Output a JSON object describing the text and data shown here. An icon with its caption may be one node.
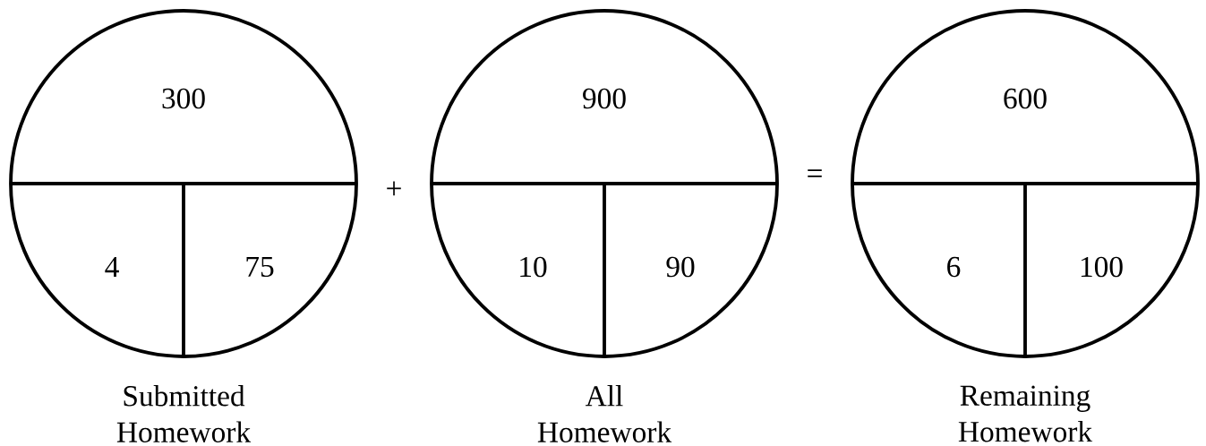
{
  "diagram": {
    "nodes": [
      {
        "text": [
          "300",
          "4",
          "75"
        ],
        "beside": [
          "Submitted Homework"
        ]
      },
      {
        "text": [
          "900",
          "10",
          "90"
        ],
        "beside": [
          "All Homework"
        ]
      },
      {
        "text": [
          "600",
          "6",
          "100"
        ],
        "beside": [
          "Remaining Homework"
        ]
      }
    ],
    "labels": [
      "+",
      "="
    ]
  }
}
